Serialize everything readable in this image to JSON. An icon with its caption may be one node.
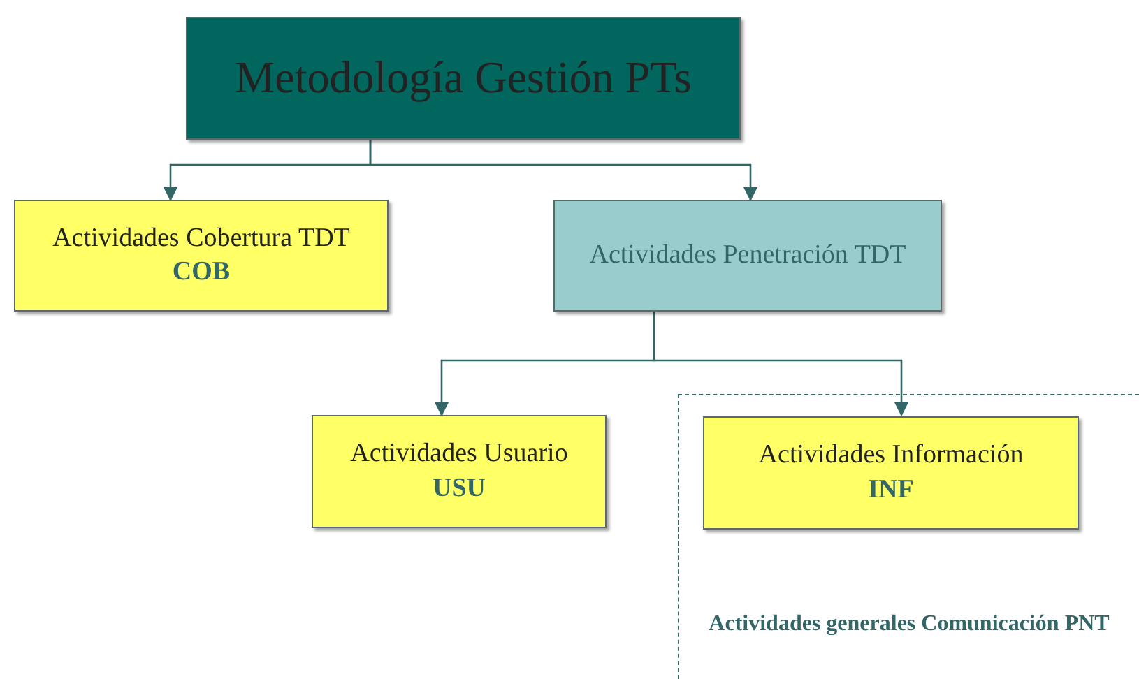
{
  "diagram": {
    "nodes": [
      {
        "text": [
          "Metodología Gestión PTs"
        ]
      },
      {
        "text": [
          "Actividades Cobertura TDT",
          "COB"
        ]
      },
      {
        "text": [
          "Actividades Penetración TDT"
        ]
      },
      {
        "text": [
          "Actividades Usuario",
          "USU"
        ]
      },
      {
        "text": [
          "Actividades generales Comunicación PNT"
        ]
      },
      {
        "text": [
          "Actividades Información",
          "INF"
        ],
        "in": 4
      }
    ],
    "edges": [
      {
        "from": 0,
        "to": 1,
        "arrow": "to"
      },
      {
        "from": 0,
        "to": 2,
        "arrow": "to"
      },
      {
        "from": 2,
        "to": 3,
        "arrow": "to"
      },
      {
        "from": 2,
        "to": 5,
        "arrow": "to"
      }
    ]
  }
}
